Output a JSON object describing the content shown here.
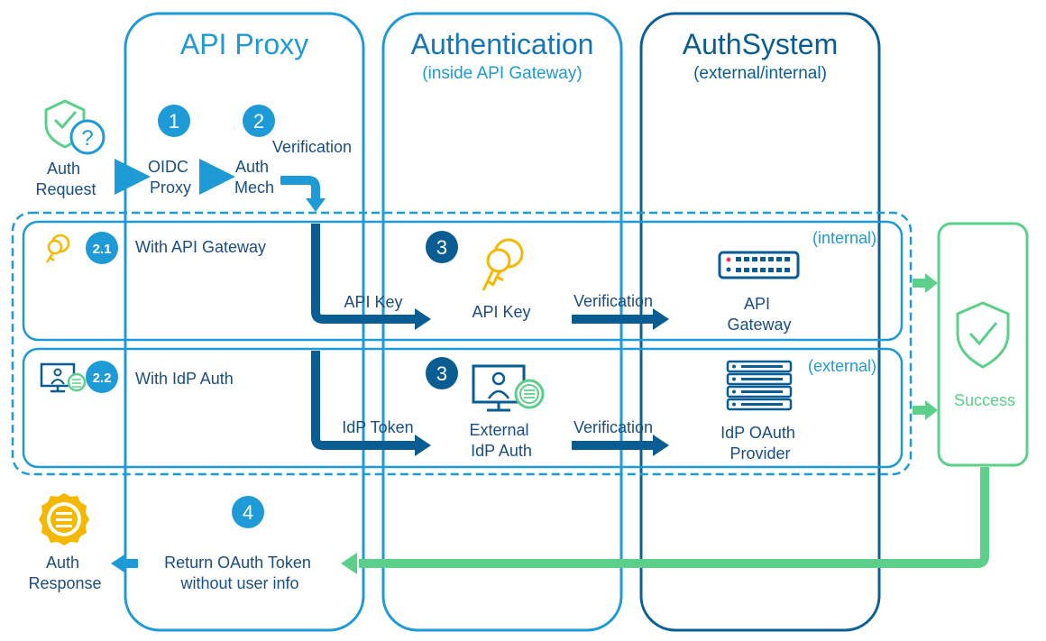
{
  "columns": {
    "proxy": {
      "title": "API Proxy"
    },
    "auth": {
      "title": "Authentication",
      "subtitle": "(inside API Gateway)"
    },
    "system": {
      "title": "AuthSystem",
      "subtitle": "(external/internal)"
    }
  },
  "steps": {
    "s1": "1",
    "s2": "2",
    "s21": "2.1",
    "s22": "2.2",
    "s3a": "3",
    "s3b": "3",
    "s4": "4"
  },
  "labels": {
    "auth_request_1": "Auth",
    "auth_request_2": "Request",
    "oidc_1": "OIDC",
    "oidc_2": "Proxy",
    "mech_1": "Auth",
    "mech_2": "Mech",
    "verification_top": "Verification",
    "with_api_gateway": "With API Gateway",
    "with_idp_auth": "With IdP Auth",
    "internal": "(internal)",
    "external": "(external)",
    "api_key_arrow": "API Key",
    "api_key_node": "API Key",
    "verification_1": "Verification",
    "api_gateway_1": "API",
    "api_gateway_2": "Gateway",
    "idp_token": "IdP Token",
    "ext_idp_1": "External",
    "ext_idp_2": "IdP Auth",
    "verification_2": "Verification",
    "idp_oauth_1": "IdP OAuth",
    "idp_oauth_2": "Provider",
    "success": "Success",
    "return_1": "Return OAuth Token",
    "return_2": "without user info",
    "auth_response_1": "Auth",
    "auth_response_2": "Response"
  },
  "colors": {
    "light_blue": "#1e9ad6",
    "dark_blue": "#0a5d92",
    "gateway_blue": "#0d6aa8",
    "green": "#5ccf8a",
    "yellow": "#f5b800"
  }
}
